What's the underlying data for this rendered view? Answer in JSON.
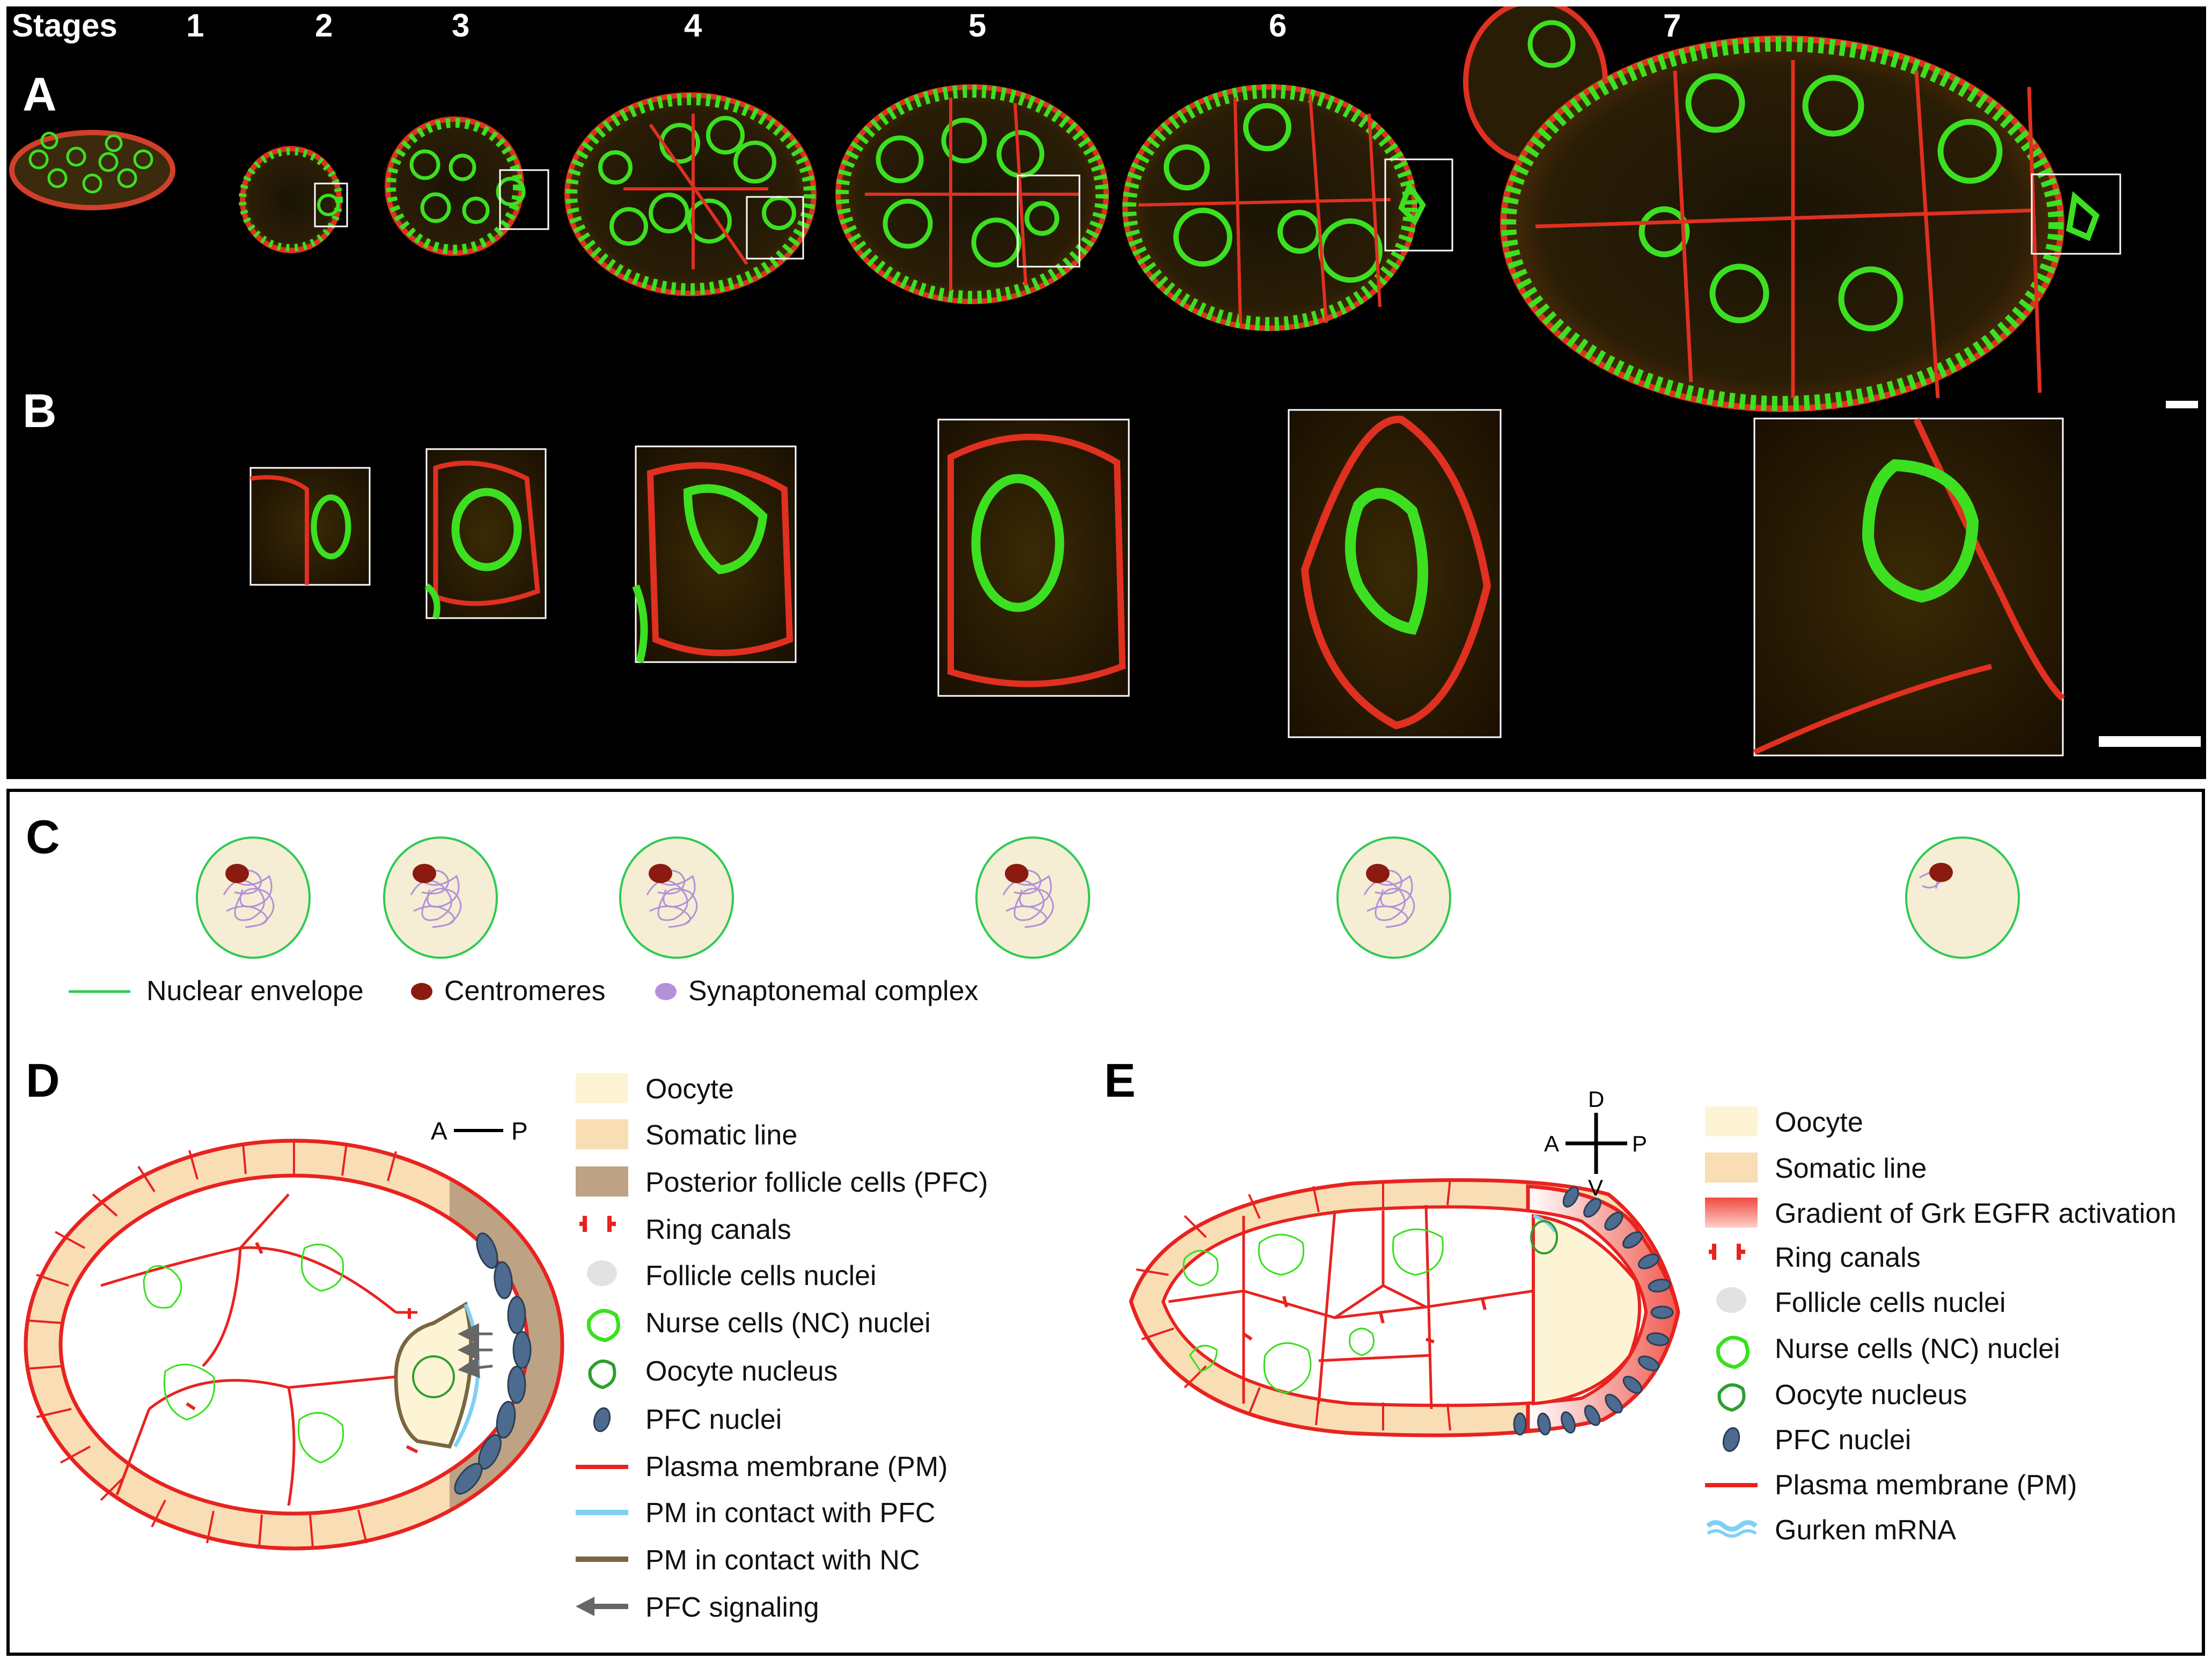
{
  "panel_labels": {
    "a": "A",
    "b": "B",
    "c": "C",
    "d": "D",
    "e": "E"
  },
  "stages": {
    "header": "Stages",
    "numbers": [
      "1",
      "2",
      "3",
      "4",
      "5",
      "6",
      "7"
    ]
  },
  "panel_c": {
    "legend": [
      {
        "label": "Nuclear envelope"
      },
      {
        "label": "Centromeres"
      },
      {
        "label": "Synaptonemal complex"
      }
    ]
  },
  "panel_d": {
    "axis": {
      "left": "A",
      "right": "P"
    },
    "legend": [
      {
        "label": "Oocyte"
      },
      {
        "label": "Somatic line"
      },
      {
        "label": "Posterior follicle cells (PFC)"
      },
      {
        "label": "Ring canals"
      },
      {
        "label": "Follicle cells nuclei"
      },
      {
        "label": "Nurse cells (NC) nuclei"
      },
      {
        "label": "Oocyte nucleus"
      },
      {
        "label": "PFC nuclei"
      },
      {
        "label": "Plasma membrane (PM)"
      },
      {
        "label": "PM in contact with PFC"
      },
      {
        "label": "PM in contact with NC"
      },
      {
        "label": "PFC signaling"
      }
    ]
  },
  "panel_e": {
    "axis": {
      "top": "D",
      "bottom": "V",
      "left": "A",
      "right": "P"
    },
    "legend": [
      {
        "label": "Oocyte"
      },
      {
        "label": "Somatic line"
      },
      {
        "label": "Gradient of Grk EGFR activation"
      },
      {
        "label": "Ring canals"
      },
      {
        "label": "Follicle cells nuclei"
      },
      {
        "label": "Nurse cells (NC) nuclei"
      },
      {
        "label": "Oocyte nucleus"
      },
      {
        "label": "PFC nuclei"
      },
      {
        "label": "Plasma membrane (PM)"
      },
      {
        "label": "Gurken mRNA"
      }
    ]
  },
  "colors": {
    "membrane_red": "#e8231f",
    "nucleus_green": "#39e01e",
    "oocyte_fill": "#fdf4d6",
    "somatic_fill": "#f8ddb5",
    "pfc_fill": "#bda383",
    "pfc_nucleus": "#4d6b8f",
    "centromere": "#8b1a10",
    "synaptonemal": "#b291d6",
    "pm_pfc_contact": "#7fd0f5",
    "pm_nc_contact": "#7a6641",
    "signal_arrow": "#666666"
  }
}
